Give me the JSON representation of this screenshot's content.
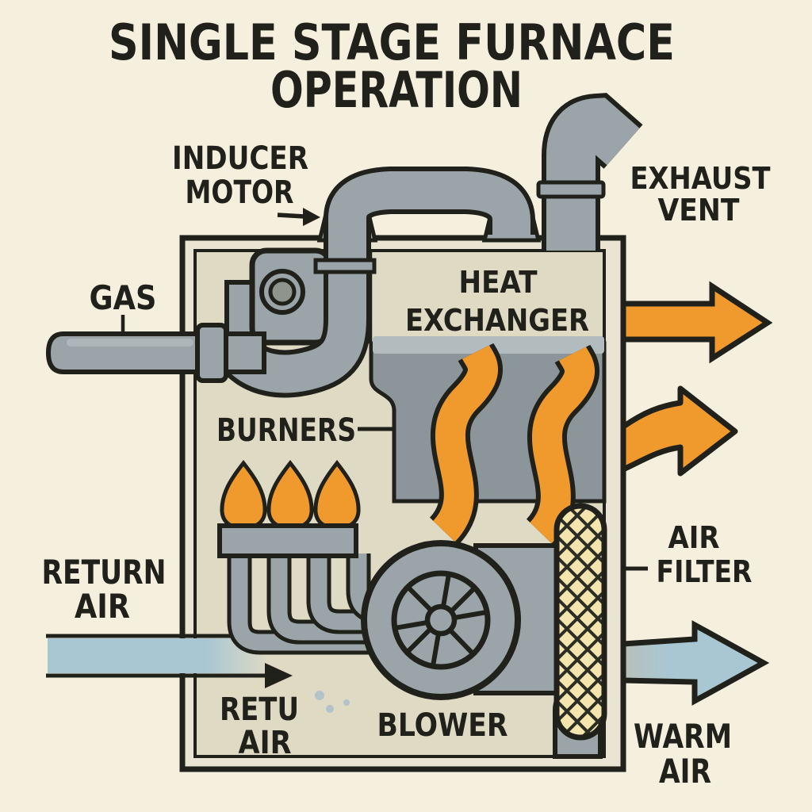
{
  "diagram_title": {
    "line1": "SINGLE STAGE FURNACE",
    "line2": "OPERATION"
  },
  "labels": {
    "inducer_motor": {
      "line1": "INDUCER",
      "line2": "MOTOR"
    },
    "exhaust_vent": {
      "line1": "EXHAUST",
      "line2": "VENT"
    },
    "gas": "GAS",
    "heat_exchanger": {
      "line1": "HEAT",
      "line2": "EXCHANGER"
    },
    "burners": "BURNERS",
    "return_air": {
      "line1": "RETURN",
      "line2": "AIR"
    },
    "return_air_duct": {
      "line1": "RETU",
      "line2": "AIR"
    },
    "blower": "BLOWER",
    "air_filter": {
      "line1": "AIR",
      "line2": "FILTER"
    },
    "warm_air": {
      "line1": "WARM",
      "line2": "AIR"
    }
  },
  "colors": {
    "background": "#f5efde",
    "cabinet_outer": "#eae5d2",
    "cabinet_inner": "#dfdac4",
    "outline": "#20211a",
    "metal": "#9ba5a9",
    "metal_light": "#bcc5c7",
    "motor_hub": "#8f948c",
    "exchanger": "#8c9599",
    "exchanger_top": "#b2bbbd",
    "flame_orange": "#f09a2e",
    "air_blue": "#a9c7d3",
    "warm_gray": "#b9beb6",
    "filter_yellow": "#f3e5ad",
    "lattice": "#2c2d24",
    "speckle": "#b4c3ca"
  }
}
